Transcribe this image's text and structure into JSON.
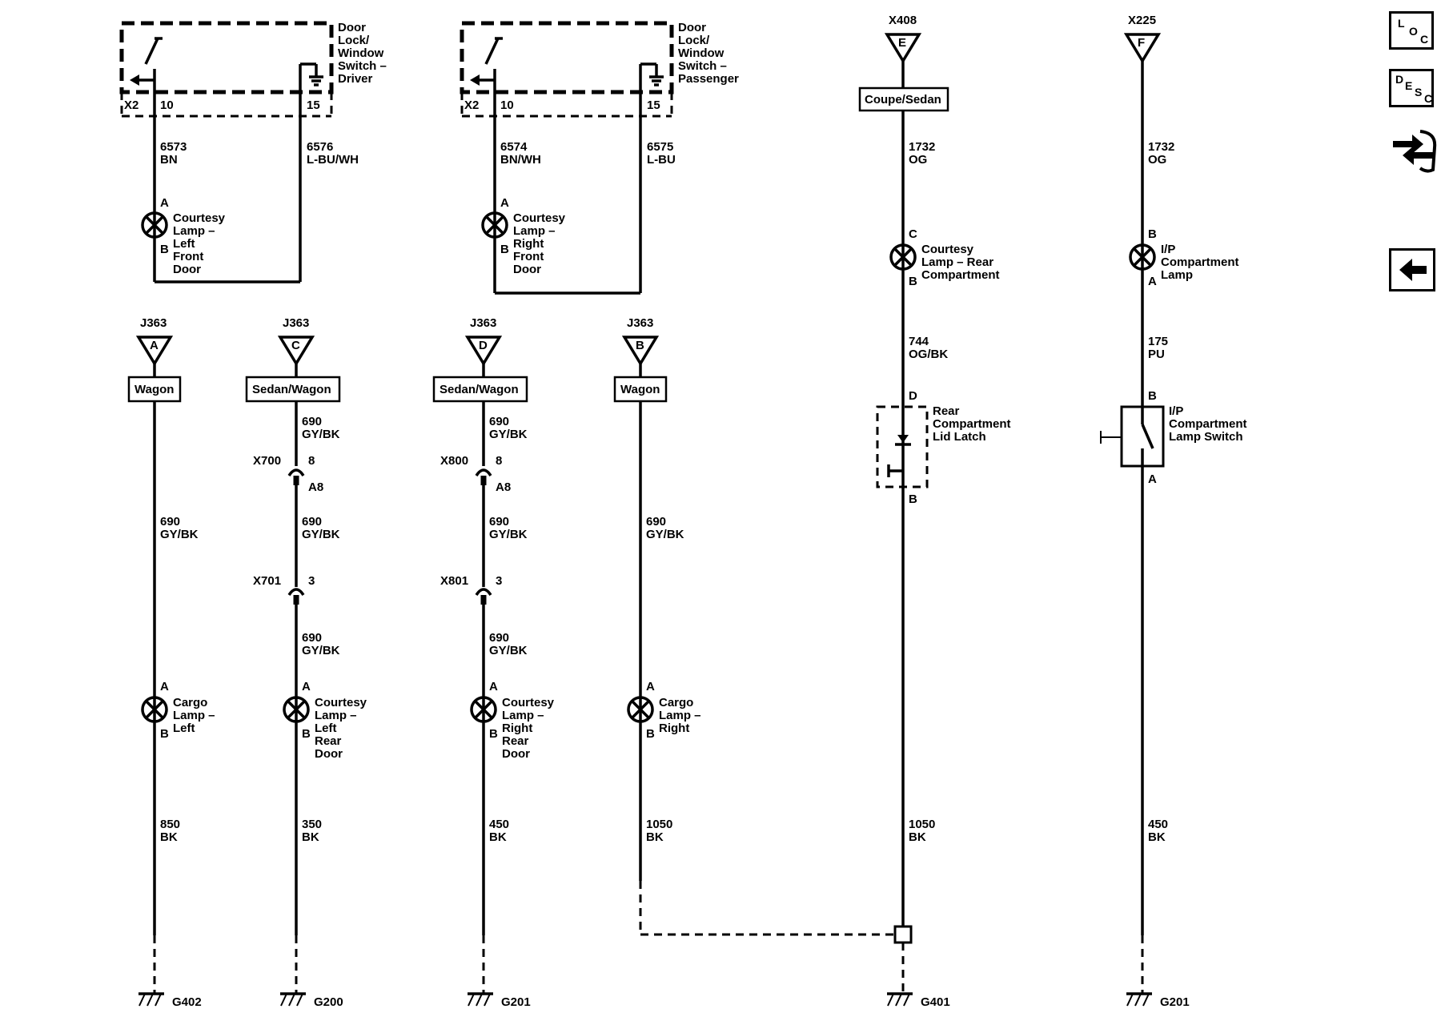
{
  "modules": {
    "driver_switch": "Door Lock/ Window Switch – Driver",
    "passenger_switch": "Door Lock/ Window Switch – Passenger"
  },
  "connectors": {
    "x2": "X2",
    "pin10": "10",
    "pin15": "15",
    "x408": "X408",
    "x225": "X225",
    "j363": "J363",
    "x700": "X700",
    "x701": "X701",
    "x800": "X800",
    "x801": "X801",
    "pin8": "8",
    "pinA8": "A8",
    "pin3": "3",
    "e": "E",
    "f": "F",
    "a": "A",
    "b": "B",
    "c": "C",
    "d": "D"
  },
  "options": {
    "coupe_sedan": "Coupe/Sedan",
    "wagon": "Wagon",
    "sedan_wagon": "Sedan/Wagon"
  },
  "wires": {
    "w6573": "6573",
    "bn": "BN",
    "w6576": "6576",
    "lbuwh": "L-BU/WH",
    "w6574": "6574",
    "bnwh": "BN/WH",
    "w6575": "6575",
    "lbu": "L-BU",
    "w1732": "1732",
    "og": "OG",
    "w744": "744",
    "ogbk": "OG/BK",
    "w175": "175",
    "pu": "PU",
    "w690": "690",
    "gybk": "GY/BK",
    "w850": "850",
    "w350": "350",
    "w450": "450",
    "w1050": "1050",
    "bk": "BK"
  },
  "components": {
    "lf_door_lamp": "Courtesy Lamp – Left Front Door",
    "rf_door_lamp": "Courtesy Lamp – Right Front Door",
    "rear_comp_lamp": "Courtesy Lamp – Rear Compartment",
    "ip_lamp": "I/P Compartment Lamp",
    "rear_latch": "Rear Compartment Lid Latch",
    "ip_switch": "I/P Compartment Lamp Switch",
    "cargo_left": "Cargo Lamp – Left",
    "lr_door_lamp": "Courtesy Lamp – Left Rear Door",
    "rr_door_lamp": "Courtesy Lamp – Right Rear Door",
    "cargo_right": "Cargo Lamp – Right"
  },
  "grounds": {
    "g402": "G402",
    "g200": "G200",
    "g201": "G201",
    "g401": "G401"
  },
  "nav": {
    "loc": [
      "L",
      "O",
      "C"
    ],
    "desc": [
      "D",
      "E",
      "S",
      "C"
    ],
    "back_icon": "arrow-left-icon",
    "wrench_icon": "connector-hand-icon"
  }
}
